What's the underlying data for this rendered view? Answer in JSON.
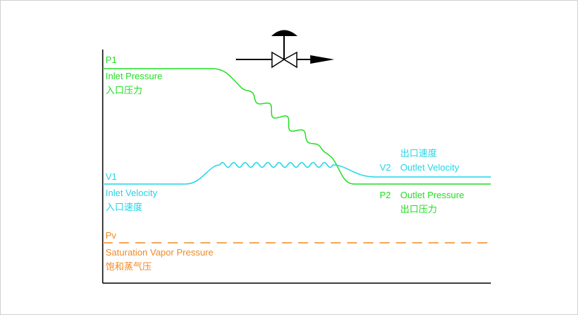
{
  "labels": {
    "p1": "P1",
    "p1_en": "Inlet Pressure",
    "p1_cn": "入口压力",
    "v1": "V1",
    "v1_en": "Inlet Velocity",
    "v1_cn": "入口速度",
    "pv": "Pv",
    "pv_en": "Saturation Vapor Pressure",
    "pv_cn": "饱和蒸气压",
    "v2": "V2",
    "v2_en": "Outlet Velocity",
    "v2_cn": "出口速度",
    "p2": "P2",
    "p2_en": "Outlet Pressure",
    "p2_cn": "出口压力"
  },
  "colors": {
    "pressure": "#22dd22",
    "velocity": "#1fd6e8",
    "vapor": "#f08a24",
    "axis": "#000000"
  },
  "icons": [
    "control-valve-icon",
    "flow-arrow-icon"
  ]
}
